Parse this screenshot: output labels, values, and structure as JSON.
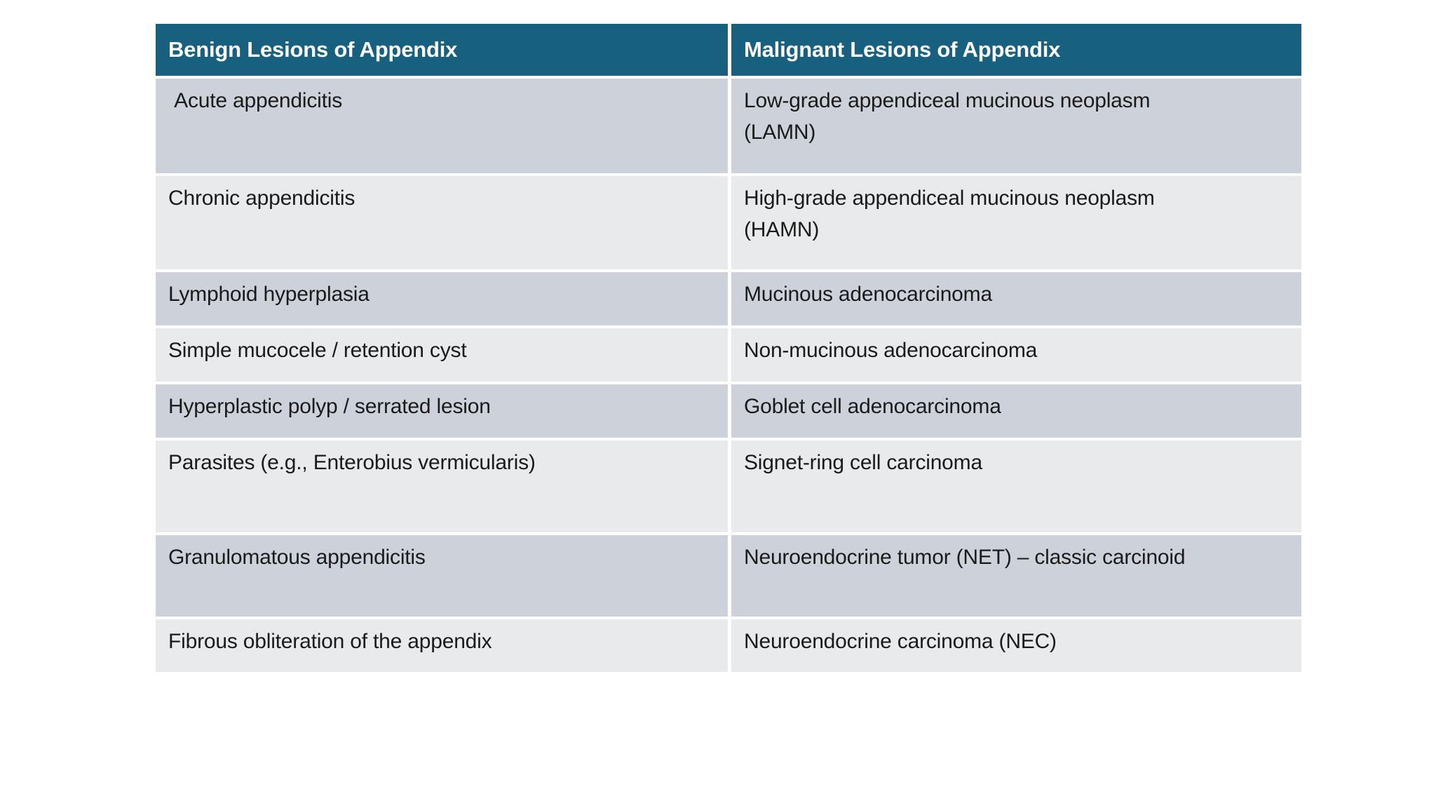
{
  "table": {
    "headers": {
      "benign": "Benign Lesions of Appendix",
      "malignant": "Malignant Lesions of Appendix"
    },
    "rows": [
      {
        "benign": " Acute appendicitis",
        "malignant": "Low-grade appendiceal mucinous neoplasm\n(LAMN)"
      },
      {
        "benign": "Chronic appendicitis",
        "malignant": "High-grade appendiceal mucinous neoplasm\n(HAMN)"
      },
      {
        "benign": "Lymphoid hyperplasia",
        "malignant": "Mucinous adenocarcinoma"
      },
      {
        "benign": "Simple mucocele / retention cyst",
        "malignant": "Non-mucinous adenocarcinoma"
      },
      {
        "benign": "Hyperplastic polyp / serrated lesion",
        "malignant": "Goblet cell adenocarcinoma"
      },
      {
        "benign": "Parasites (e.g., Enterobius vermicularis)",
        "malignant": "Signet-ring cell carcinoma"
      },
      {
        "benign": "Granulomatous appendicitis",
        "malignant": "Neuroendocrine tumor (NET) – classic carcinoid"
      },
      {
        "benign": "Fibrous obliteration of the appendix",
        "malignant": "Neuroendocrine carcinoma (NEC)"
      }
    ],
    "colors": {
      "header_bg": "#18607f",
      "header_text": "#ffffff",
      "band_dark": "#cdd2da",
      "band_light": "#e8eaec",
      "divider": "#ffffff",
      "body_text": "#1a1a1a"
    }
  }
}
